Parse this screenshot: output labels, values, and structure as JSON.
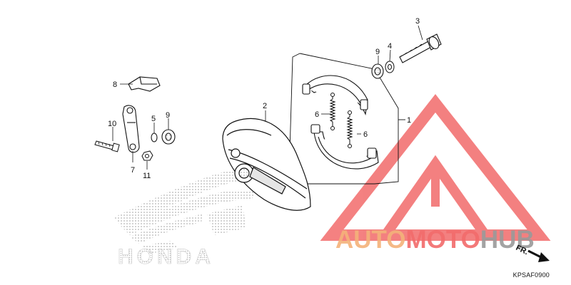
{
  "diagram": {
    "callouts": {
      "p1": "1",
      "p2": "2",
      "p3": "3",
      "p4": "4",
      "p5": "5",
      "p6a": "6",
      "p6b": "6",
      "p7": "7",
      "p8": "8",
      "p9a": "9",
      "p9b": "9",
      "p10": "10",
      "p11": "11"
    },
    "direction_label": "FR.",
    "diagram_code": "KPSAF0900"
  },
  "brand": {
    "background_logo_text": "HONDA",
    "watermark_part1": "AUTO",
    "watermark_part2": "MOTO",
    "watermark_part3": "HUB"
  },
  "colors": {
    "line": "#111111",
    "watermark_red": "#f26b6b",
    "watermark_orange": "#f4b27a",
    "watermark_gray": "#9a9a9a",
    "dots": "#b3b3b3"
  }
}
